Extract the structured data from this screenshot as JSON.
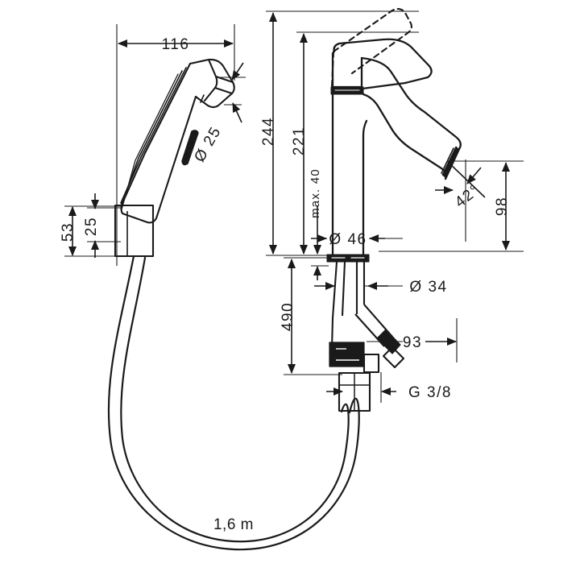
{
  "drawing": {
    "type": "technical-dimension-drawing",
    "subject": "Bidet hand shower with single-lever basin mixer and hose",
    "background_color": "#ffffff",
    "line_color": "#1a1a1a"
  },
  "dimensions": {
    "width_handshower": "116",
    "diameter_handshower_head": "Ø 25",
    "offset_bracket_upper": "53",
    "offset_bracket_lower": "25",
    "height_total": "244",
    "height_spout": "221",
    "max_thickness": "max. 40",
    "diameter_base": "Ø 46",
    "diameter_shank": "Ø 34",
    "spout_angle": "42°",
    "spout_height": "98",
    "hose_length_under": "490",
    "valve_offset": "93",
    "thread_size": "G 3/8",
    "hose_length": "1,6 m"
  },
  "labels": [
    {
      "id": "w116",
      "text": "116"
    },
    {
      "id": "d25",
      "text": "Ø 25"
    },
    {
      "id": "h53",
      "text": "53"
    },
    {
      "id": "h25",
      "text": "25"
    },
    {
      "id": "h244",
      "text": "244"
    },
    {
      "id": "h221",
      "text": "221"
    },
    {
      "id": "max40",
      "text": "max. 40"
    },
    {
      "id": "d46",
      "text": "Ø 46"
    },
    {
      "id": "d34",
      "text": "Ø 34"
    },
    {
      "id": "a42",
      "text": "42°"
    },
    {
      "id": "h98",
      "text": "98"
    },
    {
      "id": "h490",
      "text": "490"
    },
    {
      "id": "w93",
      "text": "93"
    },
    {
      "id": "g38",
      "text": "G 3/8"
    },
    {
      "id": "hose",
      "text": "1,6 m"
    }
  ]
}
